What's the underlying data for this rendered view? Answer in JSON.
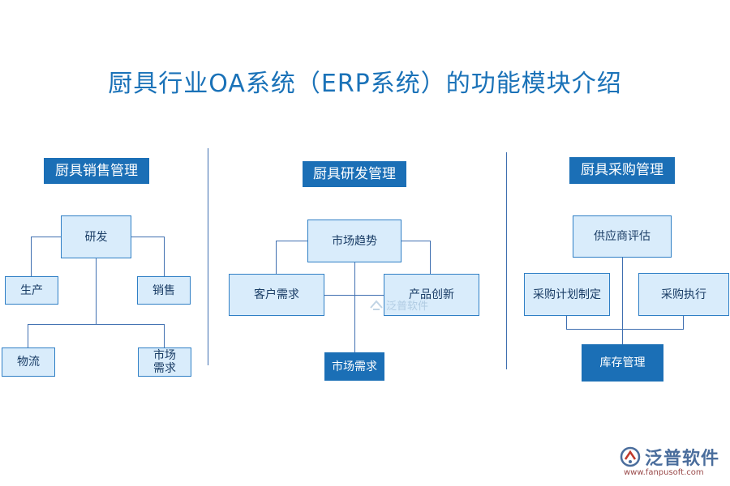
{
  "title": "厨具行业OA系统（ERP系统）的功能模块介绍",
  "sections": {
    "sales": {
      "title": "厨具销售管理",
      "nodes": {
        "rd": "研发",
        "production": "生产",
        "selling": "销售",
        "logistics": "物流",
        "market_demand_line1": "市场",
        "market_demand_line2": "需求"
      }
    },
    "research": {
      "title": "厨具研发管理",
      "nodes": {
        "market_trend": "市场趋势",
        "customer_demand": "客户需求",
        "product_innovation": "产品创新",
        "market_demand": "市场需求"
      }
    },
    "purchasing": {
      "title": "厨具采购管理",
      "nodes": {
        "supplier_eval": "供应商评估",
        "purchase_plan": "采购计划制定",
        "purchase_exec": "采购执行",
        "inventory": "库存管理"
      }
    }
  },
  "watermark": "泛普软件",
  "logo": {
    "name": "泛普软件",
    "url": "www.fanpusoft.com"
  },
  "colors": {
    "title": "#1a72b8",
    "accent": "#1b6fb6",
    "box_fill": "#d9ecfb",
    "line": "#3f6fb0"
  }
}
